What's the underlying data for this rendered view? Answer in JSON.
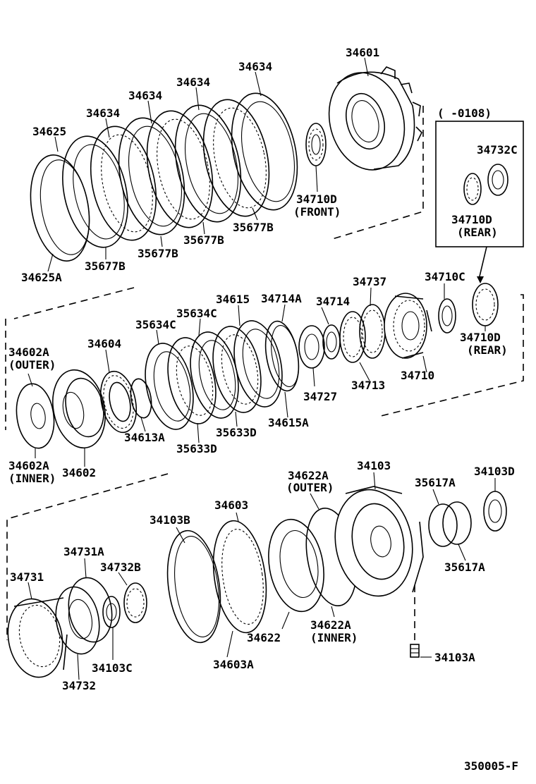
{
  "diagram": {
    "figure_code": "350005-F",
    "date_note": "(       -0108)",
    "labels": {
      "p34601": "34601",
      "p34634a": "34634",
      "p34634b": "34634",
      "p34634c": "34634",
      "p34634d": "34634",
      "p34625": "34625",
      "p34625A": "34625A",
      "p35677Ba": "35677B",
      "p35677Bb": "35677B",
      "p35677Bc": "35677B",
      "p35677Bd": "35677B",
      "p34710D_front_1": "34710D",
      "p34710D_front_2": "(FRONT)",
      "p34732C": "34732C",
      "p34710D_rear_a1": "34710D",
      "p34710D_rear_a2": "(REAR)",
      "p34737": "34737",
      "p34710C": "34710C",
      "p34615": "34615",
      "p34714A": "34714A",
      "p34714": "34714",
      "p35634Ca": "35634C",
      "p35634Cb": "35634C",
      "p34604": "34604",
      "p34602A_outer_1": "34602A",
      "p34602A_outer_2": "(OUTER)",
      "p34710D_rear_b1": "34710D",
      "p34710D_rear_b2": "(REAR)",
      "p34710": "34710",
      "p34713": "34713",
      "p34727": "34727",
      "p34615A": "34615A",
      "p35633Da": "35633D",
      "p35633Db": "35633D",
      "p34613A": "34613A",
      "p34602A_inner_1": "34602A",
      "p34602A_inner_2": "(INNER)",
      "p34602": "34602",
      "p34103": "34103",
      "p34622A_outer_1": "34622A",
      "p34622A_outer_2": "(OUTER)",
      "p35617Aa": "35617A",
      "p34103D": "34103D",
      "p34603": "34603",
      "p34103B": "34103B",
      "p34731A": "34731A",
      "p34732B": "34732B",
      "p34731": "34731",
      "p35617Ab": "35617A",
      "p34622A_inner_1": "34622A",
      "p34622A_inner_2": "(INNER)",
      "p34622": "34622",
      "p34103C": "34103C",
      "p34603A": "34603A",
      "p34103A": "34103A",
      "p34732": "34732"
    }
  }
}
